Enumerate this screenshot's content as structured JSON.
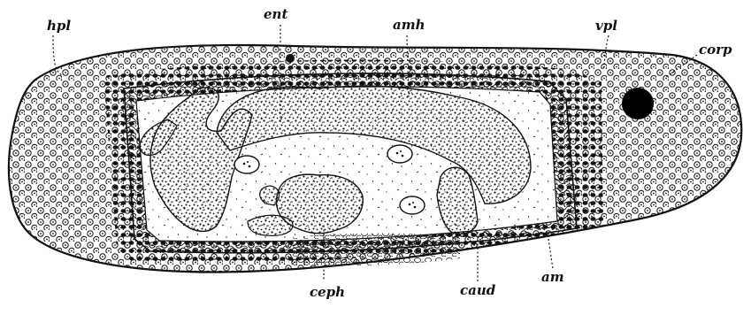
{
  "labels": {
    "hpl": "hpl",
    "ent": "ent",
    "amh": "amh",
    "vpl": "vpl",
    "corp": "corp",
    "ceph": "ceph",
    "caud": "caud",
    "am": "am"
  },
  "colors": {
    "ink": "#111111",
    "background": "#ffffff"
  }
}
